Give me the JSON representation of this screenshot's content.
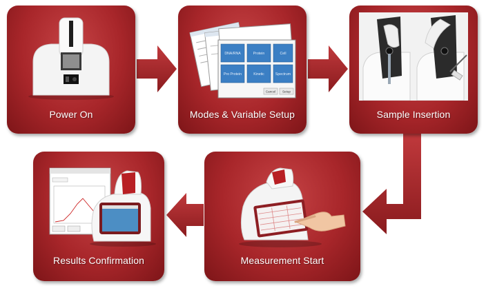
{
  "steps": [
    {
      "label": "Power On"
    },
    {
      "label": "Modes & Variable Setup"
    },
    {
      "label": "Sample Insertion"
    },
    {
      "label": "Measurement Start"
    },
    {
      "label": "Results Confirmation"
    }
  ],
  "setup_screen": {
    "buttons": [
      "DNA/RNA",
      "Protein",
      "Cell",
      "Pro Protein",
      "Kinetic",
      "Spectrum"
    ],
    "footer_buttons": [
      "Cancel",
      "Setup"
    ]
  },
  "colors": {
    "tile": "#a8262a",
    "arrow": "#a92a2d",
    "screen_button": "#3b7fc4"
  },
  "icons": [
    "power-on-device-icon",
    "setup-screens-icon",
    "sample-insertion-icon",
    "measurement-device-icon",
    "results-device-icon",
    "flow-arrow-icon"
  ]
}
